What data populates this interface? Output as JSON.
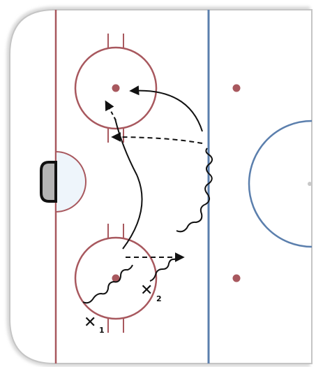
{
  "diagram": {
    "type": "hockey-drill",
    "colors": {
      "ice": "#ffffff",
      "board": "#cfcfcf",
      "red_line": "#a8585e",
      "blue_line": "#5b7fad",
      "crease_fill": "#eef5fb",
      "net": "#b4b4b4",
      "path": "#111111"
    },
    "players": [
      {
        "id": "p1",
        "mark": "✕",
        "label": "1"
      },
      {
        "id": "p2",
        "mark": "✕",
        "label": "2"
      }
    ]
  }
}
